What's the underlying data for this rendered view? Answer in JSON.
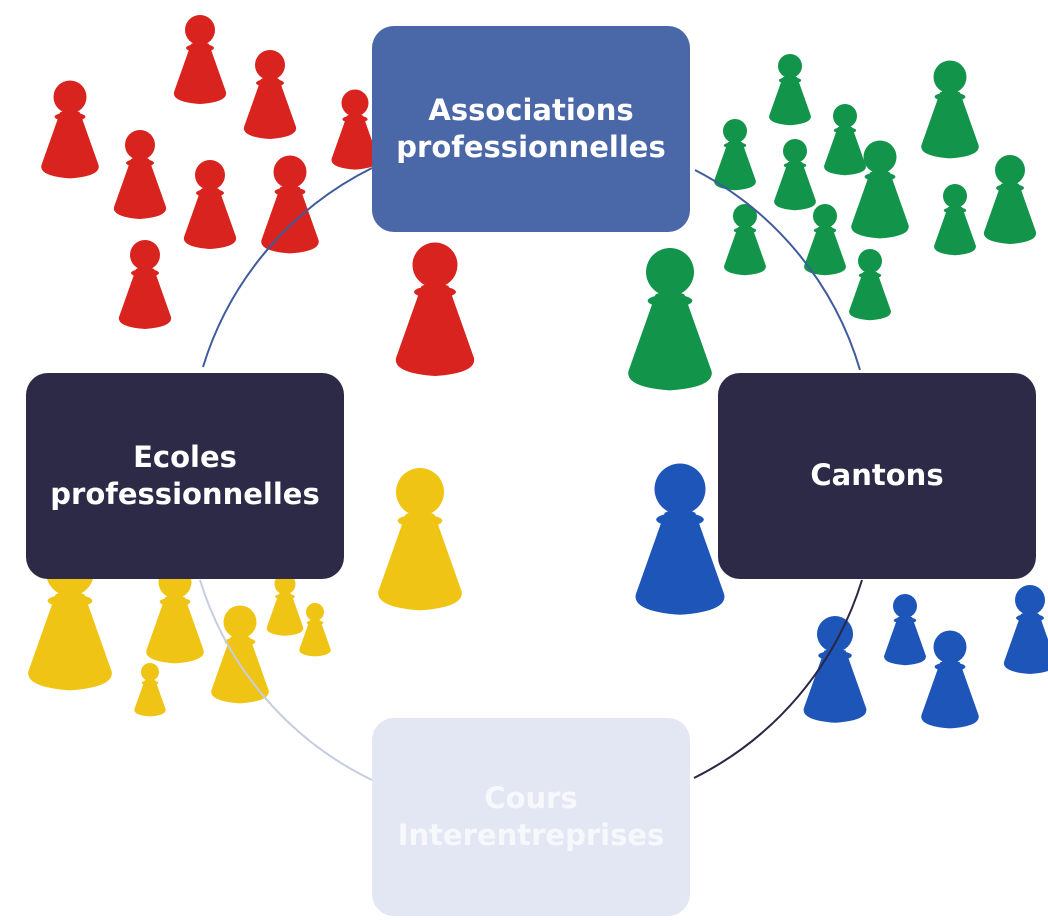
{
  "colors": {
    "pawn_red": "#d8231f",
    "pawn_green": "#12944a",
    "pawn_yellow": "#f0c414",
    "pawn_blue": "#1d56b8",
    "cycle_arc_dark": "#2a2645",
    "cycle_arc_blue": "#3f5b9c",
    "cycle_arc_light": "#c6cde0"
  },
  "nodes": {
    "top": {
      "label": "Associations\nprofessionnelles",
      "bg": "#4a68a8",
      "fg": "#ffffff"
    },
    "left": {
      "label": "Ecoles\nprofessionnelles",
      "bg": "#2c2a46",
      "fg": "#ffffff"
    },
    "right": {
      "label": "Cantons",
      "bg": "#2c2a46",
      "fg": "#ffffff"
    },
    "bottom": {
      "label": "Cours\nInterentreprises",
      "bg": "#e3e7f3",
      "fg": "#f6f8fc"
    }
  }
}
